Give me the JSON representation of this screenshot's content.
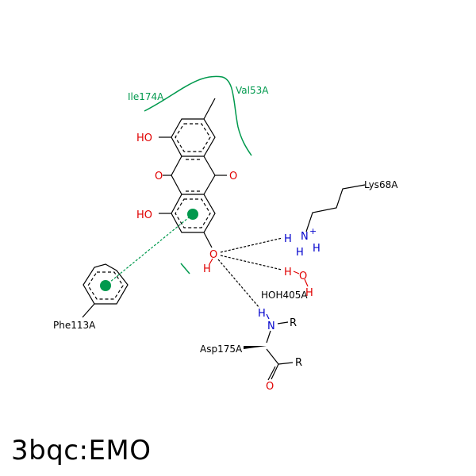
{
  "title": "3bqc:EMO",
  "colors": {
    "bond": "#000000",
    "oxygen": "#e00000",
    "nitrogen": "#0000cc",
    "hydrophobic": "#00994d",
    "pi": "#00994d",
    "hbond": "#000000"
  },
  "atoms": {
    "oh_upper": "HO",
    "oh_lower": "HO",
    "o_keto_left": "O",
    "o_keto_right": "O",
    "o_hydroxyl": "O",
    "h_hydroxyl": "H",
    "lys_h_left": "H",
    "lys_n": "N",
    "lys_plus": "+",
    "lys_h_lower": "H",
    "lys_h_right": "H",
    "water_h_left": "H",
    "water_o": "O",
    "water_h_lower": "H",
    "asp_h": "H",
    "asp_n": "N",
    "asp_r_n": "R",
    "asp_r_c": "R",
    "asp_o": "O"
  },
  "residues": {
    "ile174": "Ile174A",
    "val53": "Val53A",
    "lys68": "Lys68A",
    "phe113": "Phe113A",
    "hoh405": "HOH405A",
    "asp175": "Asp175A"
  }
}
